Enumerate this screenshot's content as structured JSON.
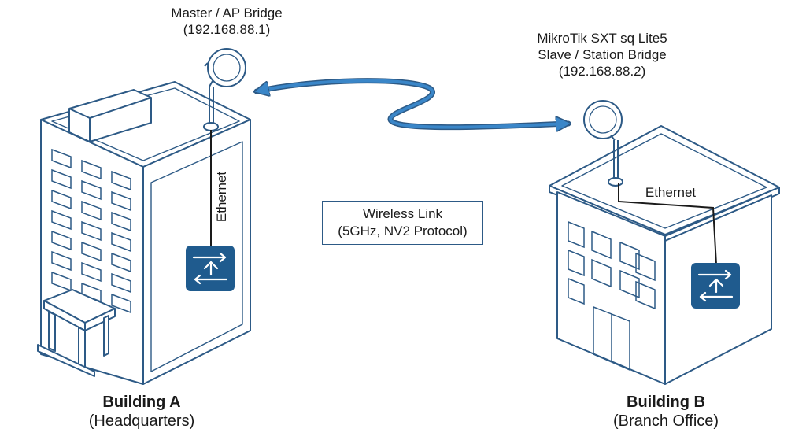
{
  "master": {
    "role": "Master / AP Bridge",
    "ip": "(192.168.88.1)"
  },
  "slave": {
    "model": "MikroTik SXT sq Lite5",
    "role": "Slave / Station Bridge",
    "ip": "(192.168.88.2)"
  },
  "link": {
    "line1": "Wireless Link",
    "line2": "(5GHz, NV2 Protocol)"
  },
  "ethernet_a": "Ethernet",
  "ethernet_b": "Ethernet",
  "building_a": {
    "name": "Building A",
    "sub": "(Headquarters)"
  },
  "building_b": {
    "name": "Building B",
    "sub": "(Branch Office)"
  },
  "colors": {
    "line": "#2d5a86",
    "switch": "#1f5b8e",
    "arrow": "#3a86c8",
    "ink": "#1a1a1a"
  },
  "icons": [
    "antenna-icon",
    "network-switch-icon",
    "wireless-link-arrow-icon"
  ]
}
